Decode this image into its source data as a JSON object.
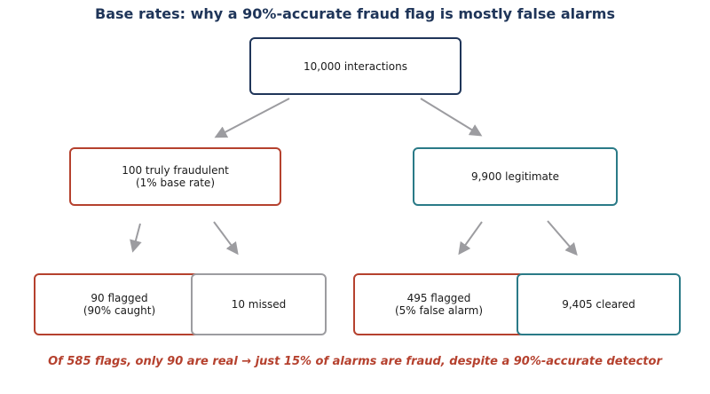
{
  "title": "Base rates: why a 90%-accurate fraud flag is mostly false alarms",
  "nodes": {
    "root": {
      "line1": "10,000 interactions"
    },
    "fraud": {
      "line1": "100 truly fraudulent",
      "line2": "(1% base rate)"
    },
    "legit": {
      "line1": "9,900 legitimate"
    },
    "flagged_fraud": {
      "line1": "90 flagged",
      "line2": "(90% caught)"
    },
    "missed": {
      "line1": "10 missed"
    },
    "flagged_legit": {
      "line1": "495 flagged",
      "line2": "(5% false alarm)"
    },
    "cleared": {
      "line1": "9,405 cleared"
    }
  },
  "caption": "Of 585 flags, only 90 are real → just 15% of alarms are fraud, despite a 90%-accurate detector",
  "colors": {
    "title": "#1f3559",
    "root_border": "#1f3559",
    "fraud_border": "#b5412e",
    "legit_border": "#2a7a87",
    "missed_border": "#9c9ca0",
    "arrow": "#9c9ca0",
    "caption": "#b5412e"
  }
}
